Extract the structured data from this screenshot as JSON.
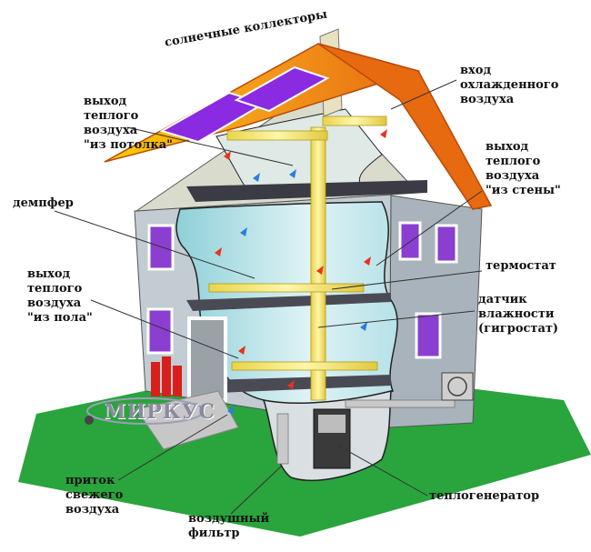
{
  "colors": {
    "roof": "#f07a1a",
    "roof_edge": "#c14d08",
    "solar_panel": "#8a2be2",
    "wall": "#bcc6cc",
    "gable": "#d6d8c9",
    "interior": "#cde9f0",
    "duct": "#f2e46a",
    "ground": "#28a03c",
    "warm_arrow": "#e8321e",
    "cool_arrow": "#2a7fd8",
    "window": "#8a3fd0"
  },
  "labels": {
    "solar_collectors": [
      "солнечные коллекторы"
    ],
    "warm_air_ceiling": [
      "выход",
      "теплого",
      "воздуха",
      "\"из потолка\""
    ],
    "damper": [
      "демпфер"
    ],
    "warm_air_floor": [
      "выход",
      "теплого",
      "воздуха",
      "\"из пола\""
    ],
    "fresh_air_intake": [
      "приток",
      "свежего",
      "воздуха"
    ],
    "air_filter": [
      "воздушный",
      "фильтр"
    ],
    "cool_air_inlet": [
      "вход",
      "охлажденного",
      "воздуха"
    ],
    "warm_air_wall": [
      "выход",
      "теплого",
      "воздуха",
      "\"из стены\""
    ],
    "thermostat": [
      "термостат"
    ],
    "humidity_sensor": [
      "датчик",
      "влажности",
      "(гигростат)"
    ],
    "heat_generator": [
      "теплогенератор"
    ]
  },
  "logo": {
    "text": "МИРКУС",
    "icon": "building-logo-icon"
  }
}
